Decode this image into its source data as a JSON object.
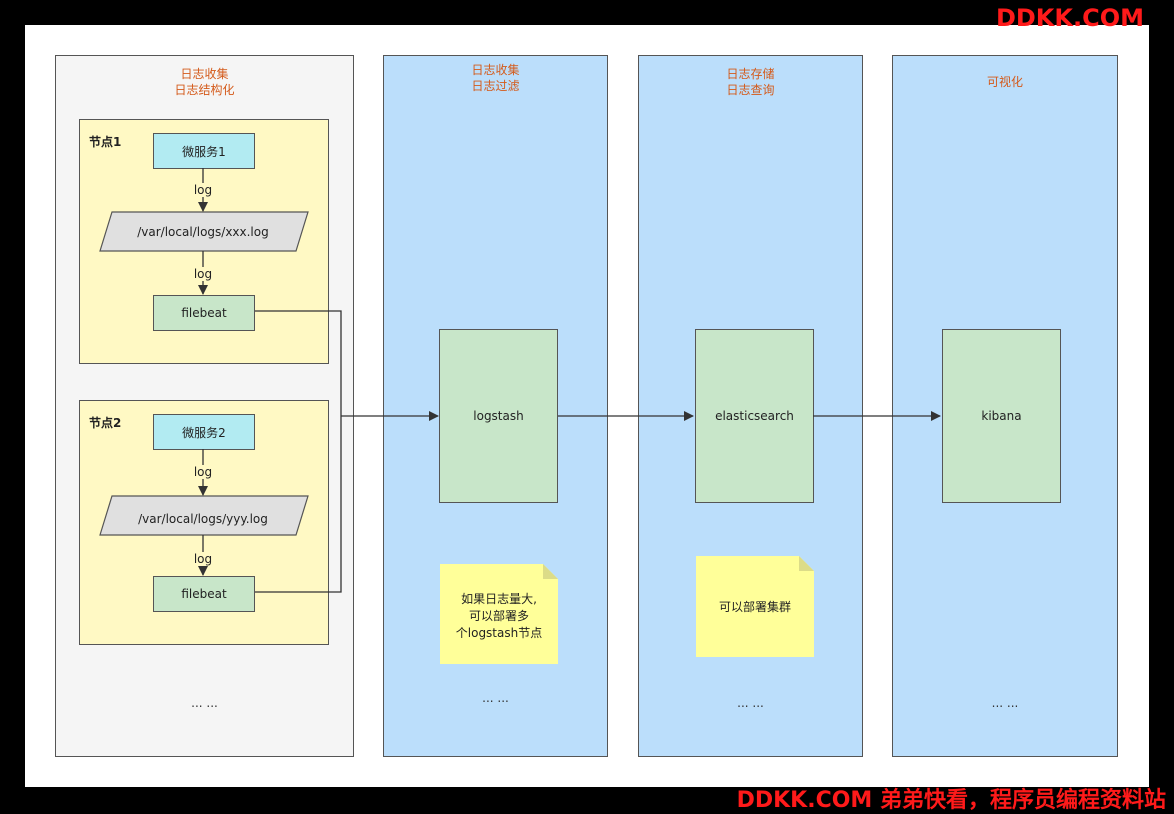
{
  "watermark": {
    "top": "DDKK.COM",
    "bottom": "DDKK.COM 弟弟快看，程序员编程资料站"
  },
  "columns": [
    {
      "title_lines": [
        "日志收集",
        "日志结构化"
      ],
      "ellipsis": "... ..."
    },
    {
      "title_lines": [
        "日志收集",
        "日志过滤"
      ],
      "box": "logstash",
      "note_lines": [
        "如果日志量大,",
        "可以部署多",
        "个logstash节点"
      ],
      "ellipsis": "... ..."
    },
    {
      "title_lines": [
        "日志存储",
        "日志查询"
      ],
      "box": "elasticsearch",
      "note_lines": [
        "可以部署集群"
      ],
      "ellipsis": "... ..."
    },
    {
      "title_lines": [
        "可视化"
      ],
      "box": "kibana",
      "ellipsis": "... ..."
    }
  ],
  "nodes": [
    {
      "label": "节点1",
      "service": "微服务1",
      "edge1": "log",
      "path": "/var/local/logs/xxx.log",
      "edge2": "log",
      "shipper": "filebeat"
    },
    {
      "label": "节点2",
      "service": "微服务2",
      "edge1": "log",
      "path": "/var/local/logs/yyy.log",
      "edge2": "log",
      "shipper": "filebeat"
    }
  ],
  "colors": {
    "background": "#000000",
    "canvas": "#ffffff",
    "grey_column": "#f5f5f5",
    "blue_column": "#bbdefb",
    "node_box": "#fff9c4",
    "service": "#b2ebf2",
    "component": "#c8e6c9",
    "path": "#e0e0e0",
    "note": "#ffff99",
    "title_text": "#d45a1a",
    "watermark": "#ff1a1a"
  }
}
